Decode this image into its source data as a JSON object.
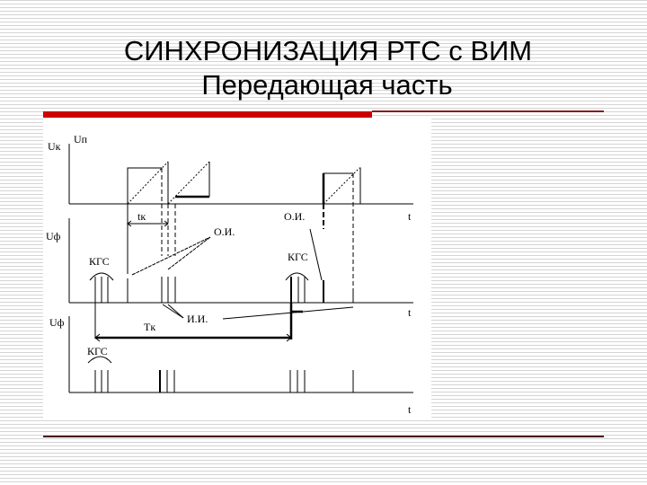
{
  "slide": {
    "title_line1": "СИНХРОНИЗАЦИЯ РТС с ВИМ",
    "title_line2": "Передающая часть",
    "colors": {
      "accent_red": "#cc0000",
      "rule_dark": "#4a1010",
      "stripe": "#d4d4d4"
    }
  },
  "diagram": {
    "row1": {
      "y_label_1": "Uк",
      "y_label_2": "Uп",
      "time_label": "t"
    },
    "row2": {
      "y_label": "Uф",
      "time_label": "t",
      "annotations": {
        "tk_small": "tк",
        "oi_left": "О.И.",
        "oi_right": "О.И.",
        "kgs_left": "КГС",
        "kgs_right": "КГС"
      }
    },
    "row3": {
      "y_label": "Uф",
      "time_label": "t",
      "annotations": {
        "ii": "И.И.",
        "period": "Tк",
        "kgs": "КГС"
      }
    }
  }
}
